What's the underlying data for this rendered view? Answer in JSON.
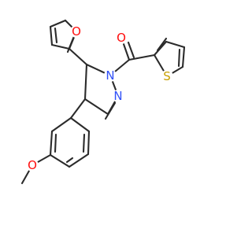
{
  "molecule": {
    "atoms": {
      "furan_oxygen": "O",
      "carbonyl_oxygen": "O",
      "pyrazoline_n1": "N",
      "pyrazoline_n2": "N",
      "thiophene_sulfur": "S",
      "methoxy_oxygen": "O"
    },
    "colors": {
      "oxygen": "#ff0d0d",
      "nitrogen": "#3050f8",
      "sulfur": "#c8a000",
      "bond": "#2b2b2b"
    }
  }
}
